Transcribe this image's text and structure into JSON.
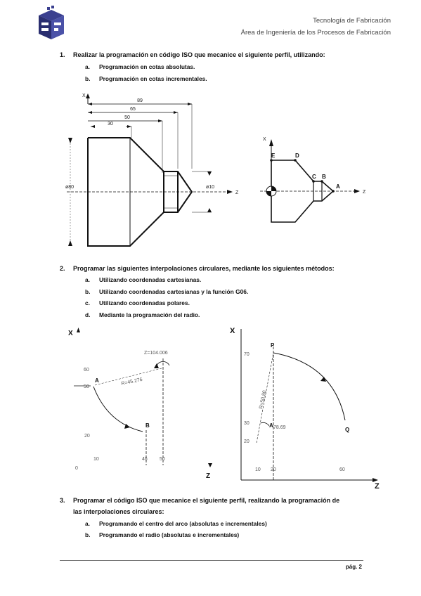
{
  "header": {
    "line1": "Tecnología de Fabricación",
    "line2": "Área de Ingeniería de los Procesos de Fabricación",
    "logo_icon": "faculty-cube-logo"
  },
  "q1": {
    "num": "1.",
    "text": "Realizar la programación en código ISO que mecanice el siguiente perfil, utilizando:",
    "items": [
      {
        "letter": "a.",
        "text": "Programación en cotas absolutas."
      },
      {
        "letter": "b.",
        "text": "Programación en cotas incrementales."
      }
    ],
    "fig_left": {
      "dim_top": "89",
      "dim_mid": "65",
      "dim_inner": "50",
      "dim_small": "30",
      "dia_big": "ø80",
      "dia_small": "ø10",
      "axis_x": "X",
      "axis_z": "Z"
    },
    "fig_right": {
      "axis_x": "X",
      "axis_z": "Z",
      "points": [
        "E",
        "D",
        "C",
        "B",
        "A"
      ]
    }
  },
  "q2": {
    "num": "2.",
    "text": "Programar las siguientes interpolaciones circulares, mediante los siguientes métodos:",
    "items": [
      {
        "letter": "a.",
        "text": "Utilizando coordenadas cartesianas."
      },
      {
        "letter": "b.",
        "text": "Utilizando coordenadas cartesianas y la función G06."
      },
      {
        "letter": "c.",
        "text": "Utilizando coordenadas polares."
      },
      {
        "letter": "d.",
        "text": "Mediante la programación del radio."
      }
    ],
    "fig_left": {
      "axis_x": "X",
      "axis_z": "Z",
      "center_label": "Z=104.006",
      "radius_label": "R=45.276",
      "point_a": "A",
      "point_b": "B",
      "y60": "60",
      "y50": "50",
      "y20": "20",
      "x10": "10",
      "x46": "46",
      "x50": "50",
      "origin": "0"
    },
    "fig_right": {
      "axis_x": "X",
      "axis_z": "Z",
      "y70": "70",
      "y30": "30",
      "y20": "20",
      "x10": "10",
      "x20": "20",
      "x60": "60",
      "point_p": "P",
      "point_q": "Q",
      "point_c": "A",
      "radius_label": "R=50.80",
      "angle_label": "78.69"
    }
  },
  "q3": {
    "num": "3.",
    "text_line1": "Programar el código ISO que mecanice el siguiente perfil, realizando la programación de",
    "text_line2": "las interpolaciones circulares:",
    "items": [
      {
        "letter": "a.",
        "text": "Programando el centro del arco (absolutas e incrementales)"
      },
      {
        "letter": "b.",
        "text": "Programando el radio (absolutas e incrementales)"
      }
    ]
  },
  "footer": {
    "page": "pág. 2"
  }
}
